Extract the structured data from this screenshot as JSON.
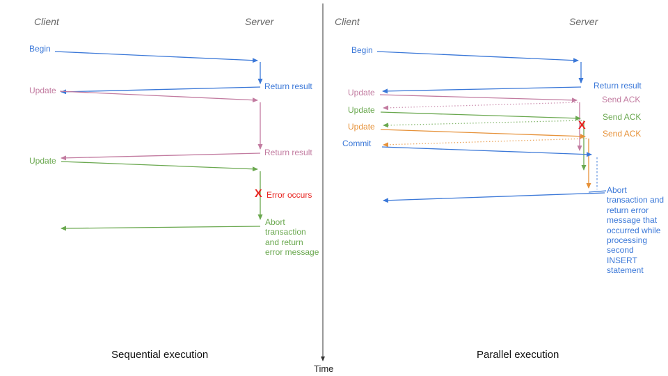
{
  "colors": {
    "blue": "#3b78d8",
    "pink": "#c27ba0",
    "green": "#6aa84f",
    "orange": "#e69138",
    "red": "#e8231f",
    "header_gray": "#666666",
    "axis": "#333333"
  },
  "left": {
    "client_header": "Client",
    "server_header": "Server",
    "begin": "Begin",
    "begin_return": "Return result",
    "update1": "Update",
    "update1_return": "Return result",
    "update2": "Update",
    "error_x": "X",
    "error_label": "Error occurs",
    "abort_message": "Abort transaction and return error message",
    "caption": "Sequential execution"
  },
  "right": {
    "client_header": "Client",
    "server_header": "Server",
    "begin": "Begin",
    "begin_return": "Return result",
    "update1": "Update",
    "update1_ack": "Send ACK",
    "update2": "Update",
    "update2_ack": "Send ACK",
    "update3": "Update",
    "update3_ack": "Send ACK",
    "commit": "Commit",
    "error_x": "X",
    "abort_message": "Abort transaction and return error message that occurred while processing second INSERT statement",
    "caption": "Parallel execution"
  },
  "time_axis": {
    "label": "Time"
  }
}
